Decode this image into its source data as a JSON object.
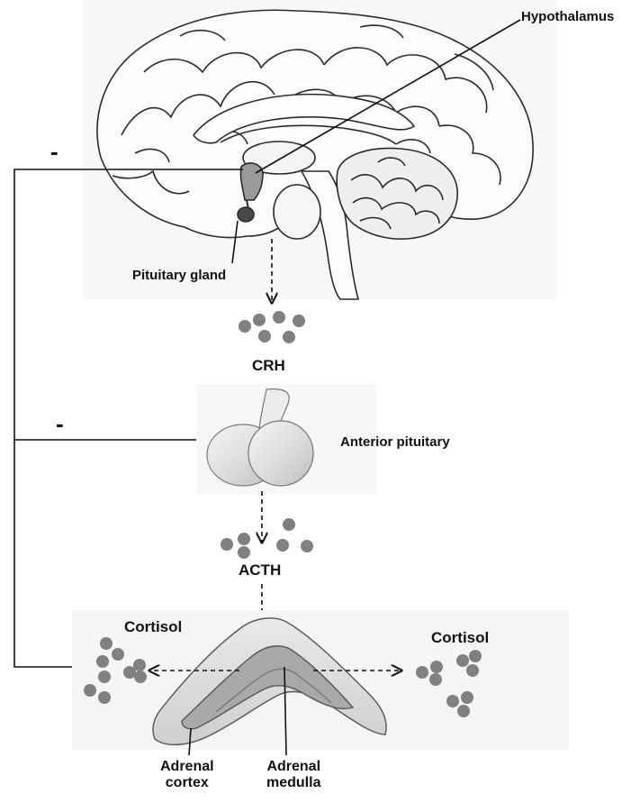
{
  "labels": {
    "hypothalamus": "Hypothalamus",
    "pituitary_gland": "Pituitary gland",
    "crh": "CRH",
    "anterior_pituitary": "Anterior pituitary",
    "acth": "ACTH",
    "cortisol_left": "Cortisol",
    "cortisol_right": "Cortisol",
    "adrenal_cortex": "Adrenal\ncortex",
    "adrenal_medulla": "Adrenal\nmedulla"
  },
  "feedback": {
    "top_sign": "-",
    "middle_sign": "-"
  },
  "colors": {
    "molecule": "#808080",
    "line": "#111111",
    "brain_fill": "#fbfbfb",
    "pituitary_fill": "#e8e8e8",
    "adrenal_fill": "#dedede"
  },
  "icons": {
    "brain": "brain-icon",
    "pituitary": "pituitary-gland-icon",
    "adrenal": "adrenal-gland-icon"
  }
}
